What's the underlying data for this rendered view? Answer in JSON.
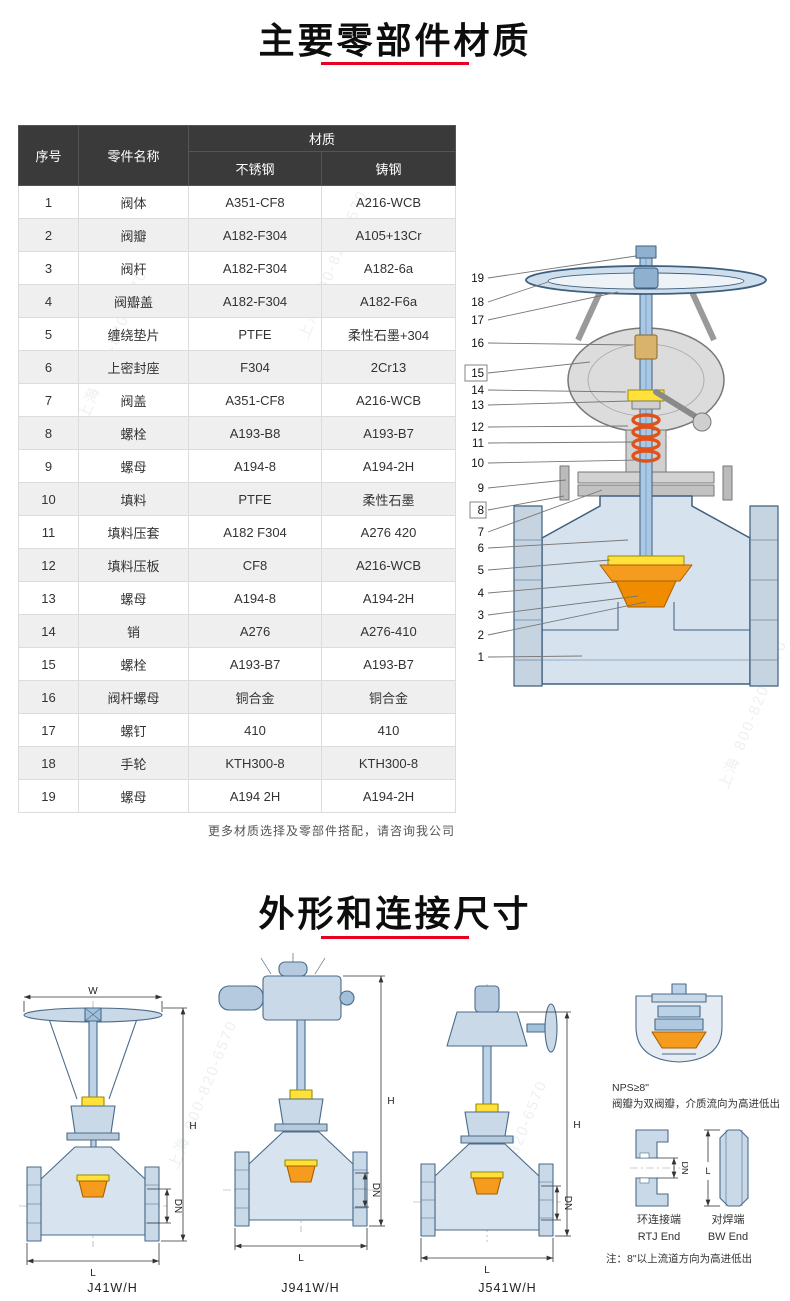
{
  "colors": {
    "accent_red": "#e8001e",
    "steel_blue": "#4a6b8a",
    "disc_orange": "#f59b1e",
    "packing_yellow": "#ffe13a"
  },
  "watermark": {
    "city": "上海",
    "phone": "800-820-6570"
  },
  "sections": {
    "materials": {
      "title": "主要零部件材质"
    },
    "dimensions": {
      "title": "外形和连接尺寸"
    }
  },
  "table": {
    "headers": {
      "no": "序号",
      "part": "零件名称",
      "material": "材质",
      "stainless": "不锈钢",
      "cast": "铸钢"
    },
    "note": "更多材质选择及零部件搭配，请咨询我公司",
    "rows": [
      {
        "no": "1",
        "part": "阀体",
        "ss": "A351-CF8",
        "cs": "A216-WCB"
      },
      {
        "no": "2",
        "part": "阀瓣",
        "ss": "A182-F304",
        "cs": "A105+13Cr"
      },
      {
        "no": "3",
        "part": "阀杆",
        "ss": "A182-F304",
        "cs": "A182-6a"
      },
      {
        "no": "4",
        "part": "阀瓣盖",
        "ss": "A182-F304",
        "cs": "A182-F6a"
      },
      {
        "no": "5",
        "part": "缠绕垫片",
        "ss": "PTFE",
        "cs": "柔性石墨+304"
      },
      {
        "no": "6",
        "part": "上密封座",
        "ss": "F304",
        "cs": "2Cr13"
      },
      {
        "no": "7",
        "part": "阀盖",
        "ss": "A351-CF8",
        "cs": "A216-WCB"
      },
      {
        "no": "8",
        "part": "螺栓",
        "ss": "A193-B8",
        "cs": "A193-B7"
      },
      {
        "no": "9",
        "part": "螺母",
        "ss": "A194-8",
        "cs": "A194-2H"
      },
      {
        "no": "10",
        "part": "填料",
        "ss": "PTFE",
        "cs": "柔性石墨"
      },
      {
        "no": "11",
        "part": "填料压套",
        "ss": "A182 F304",
        "cs": "A276 420"
      },
      {
        "no": "12",
        "part": "填料压板",
        "ss": "CF8",
        "cs": "A216-WCB"
      },
      {
        "no": "13",
        "part": "螺母",
        "ss": "A194-8",
        "cs": "A194-2H"
      },
      {
        "no": "14",
        "part": "销",
        "ss": "A276",
        "cs": "A276-410"
      },
      {
        "no": "15",
        "part": "螺栓",
        "ss": "A193-B7",
        "cs": "A193-B7"
      },
      {
        "no": "16",
        "part": "阀杆螺母",
        "ss": "铜合金",
        "cs": "铜合金"
      },
      {
        "no": "17",
        "part": "螺钉",
        "ss": "410",
        "cs": "410"
      },
      {
        "no": "18",
        "part": "手轮",
        "ss": "KTH300-8",
        "cs": "KTH300-8"
      },
      {
        "no": "19",
        "part": "螺母",
        "ss": "A194 2H",
        "cs": "A194-2H"
      }
    ]
  },
  "diagram": {
    "callouts": [
      "19",
      "18",
      "17",
      "16",
      "15",
      "14",
      "13",
      "12",
      "11",
      "10",
      "9",
      "8",
      "7",
      "6",
      "5",
      "4",
      "3",
      "2",
      "1"
    ]
  },
  "drawings": {
    "models": [
      "J41W/H",
      "J941W/H",
      "J541W/H"
    ],
    "dims": {
      "w": "W",
      "h": "H",
      "l": "L",
      "dn": "DN"
    },
    "nps_note": {
      "line1": "NPS≥8\"",
      "line2": "阀瓣为双阀瓣，介质流向为高进低出"
    },
    "ends": {
      "rtj_cn": "环连接端",
      "rtj_en": "RTJ End",
      "bw_cn": "对焊端",
      "bw_en": "BW End"
    },
    "bottom_note": "注：8\"以上流道方向为高进低出"
  }
}
